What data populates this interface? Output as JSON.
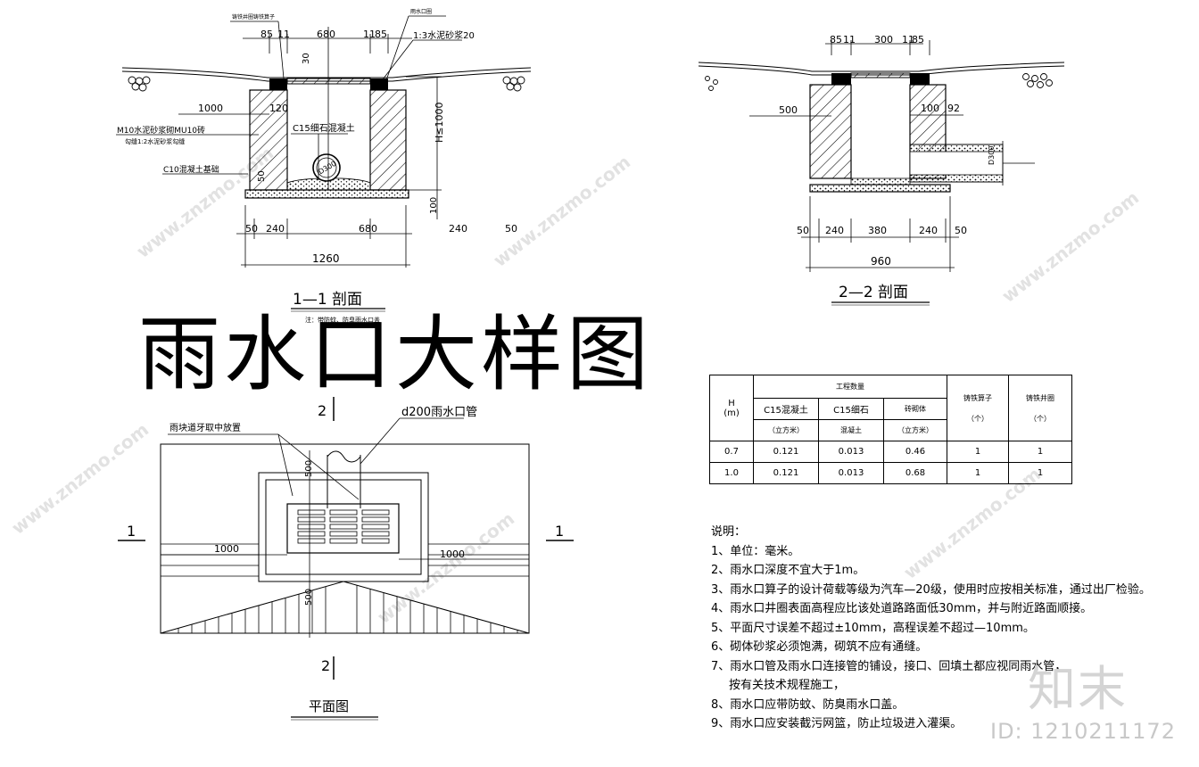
{
  "title": "雨水口大样图",
  "section_1_1": {
    "label": "1—1 剖面",
    "note": "注：带防蚊、防臭雨水口盖",
    "callout_grate": "铸铁井圈铸铁算子",
    "callout_inlet": "雨水口圈",
    "callout_mortar": "1:3水泥砂浆20",
    "masonry_line1": "M10水泥砂浆砌MU10砖",
    "masonry_line2": "勾缝1:2水泥砂浆勾缝",
    "concrete_base": "C10混凝土基础",
    "fill_concrete": "C15细石混凝土",
    "pipe_label": "D300",
    "height_label": "H≤1000",
    "dims": {
      "d85a": "85",
      "d11a": "11",
      "d680": "680",
      "d11b": "11",
      "d85b": "85",
      "d30": "30",
      "d1000": "1000",
      "d120": "120",
      "d50v": "50",
      "d100v": "100",
      "b50a": "50",
      "b240a": "240",
      "b680": "680",
      "b240b": "240",
      "b50b": "50",
      "total": "1260"
    }
  },
  "section_2_2": {
    "label": "2—2 剖面",
    "pipe_label": "D300",
    "dims": {
      "d85": "85",
      "d11a": "11",
      "d300": "300",
      "d11b": "11",
      "d85b": "85",
      "d500": "500",
      "d100": "100",
      "d92": "92",
      "b50a": "50",
      "b240a": "240",
      "b380": "380",
      "b240b": "240",
      "b50b": "50",
      "total": "960"
    }
  },
  "plan": {
    "label": "平面图",
    "curb_note": "雨块道牙取中放置",
    "pipe_note": "d200雨水口管",
    "mark_1": "1",
    "mark_2": "2",
    "dims": {
      "left": "1000",
      "right": "1000",
      "top": "500",
      "bottom": "500"
    }
  },
  "table": {
    "header_group": "工程数量",
    "h_label": "H",
    "h_unit": "(m)",
    "cols": [
      {
        "name": "C15混凝土",
        "unit": "（立方米）"
      },
      {
        "name": "C15细石",
        "unit": "混凝土"
      },
      {
        "name": "砖砌体",
        "unit": "（立方米）"
      },
      {
        "name": "铸铁算子",
        "unit": "（个）"
      },
      {
        "name": "铸铁井圈",
        "unit": "（个）"
      }
    ],
    "rows": [
      {
        "h": "0.7",
        "v": [
          "0.121",
          "0.013",
          "0.46",
          "1",
          "1"
        ]
      },
      {
        "h": "1.0",
        "v": [
          "0.121",
          "0.013",
          "0.68",
          "1",
          "1"
        ]
      }
    ]
  },
  "notes": {
    "heading": "说明：",
    "items": [
      "1、单位：毫米。",
      "2、雨水口深度不宜大于1m。",
      "3、雨水口算子的设计荷载等级为汽车—20级，使用时应按相关标准，通过出厂检验。",
      "4、雨水口井圈表面高程应比该处道路路面低30mm，并与附近路面顺接。",
      "5、平面尺寸误差不超过±10mm，高程误差不超过—10mm。",
      "6、砌体砂浆必须饱满，砌筑不应有通缝。",
      "7、雨水口管及雨水口连接管的铺设，接口、回填土都应视同雨水管，",
      "按有关技术规程施工，",
      "8、雨水口应带防蚊、防臭雨水口盖。",
      "9、雨水口应安装截污网篮，防止垃圾进入灌渠。"
    ]
  },
  "watermark": {
    "text": "www.znzmo.com",
    "brand": "知末",
    "id": "ID: 1210211172"
  }
}
